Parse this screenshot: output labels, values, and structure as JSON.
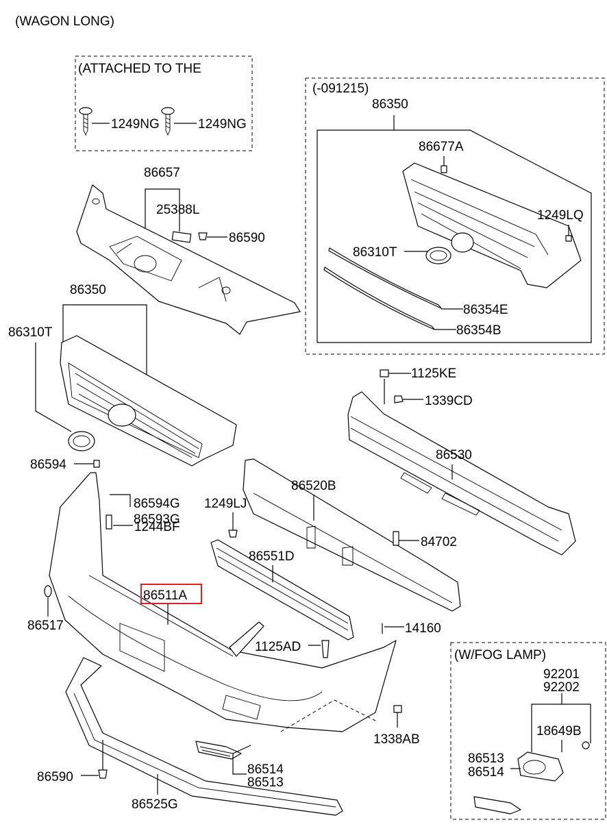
{
  "header": {
    "variant": "(WAGON LONG)"
  },
  "boxes": {
    "attached": {
      "title": "(ATTACHED TO THE"
    },
    "old_grille": {
      "title": "(-091215)"
    },
    "fog_lamp": {
      "title": "(W/FOG LAMP)"
    }
  },
  "labels": {
    "l1249ng_a": "1249NG",
    "l1249ng_b": "1249NG",
    "l86657": "86657",
    "l25388l": "25388L",
    "l86590_top": "86590",
    "l86350_box": "86350",
    "l86677a": "86677A",
    "l1249lq": "1249LQ",
    "l86310t_box": "86310T",
    "l86354e": "86354E",
    "l86354b": "86354B",
    "l86350": "86350",
    "l86310t": "86310T",
    "l1125ke": "1125KE",
    "l1339cd": "1339CD",
    "l86530": "86530",
    "l86594": "86594",
    "l86594g": "86594G",
    "l86593g": "86593G",
    "l1244bf": "1244BF",
    "l86520b": "86520B",
    "l1249lj": "1249LJ",
    "l84702": "84702",
    "l86551d": "86551D",
    "l86511a": "86511A",
    "l86517": "86517",
    "l14160": "14160",
    "l1125ad": "1125AD",
    "l92201": "92201",
    "l92202": "92202",
    "l18649b": "18649B",
    "l1338ab": "1338AB",
    "l86513_fog": "86513",
    "l86514_fog": "86514",
    "l86514": "86514",
    "l86513": "86513",
    "l86590": "86590",
    "l86525g": "86525G"
  },
  "highlight": {
    "part": "86511A",
    "color": "#e02020"
  }
}
